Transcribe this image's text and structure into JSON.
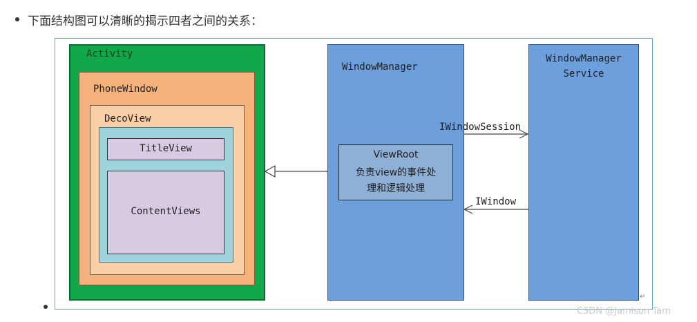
{
  "intro": {
    "text": "下面结构图可以清晰的揭示四者之间的关系："
  },
  "diagram": {
    "activity_label": "Activity",
    "phonewindow_label": "PhoneWindow",
    "decoview_label": "DecoView",
    "titleview_label": "TitleView",
    "contentviews_label": "ContentViews",
    "windowmanager_label": "WindowManager",
    "viewroot_lines": [
      "ViewRoot",
      "负责view的事件处",
      "理和逻辑处理"
    ],
    "wms_lines": [
      "WindowManager",
      "Service"
    ],
    "iwindowsession_label": "IWindowSession",
    "iwindow_label": "IWindow",
    "return_mark": "↵"
  },
  "watermark": "CSDN @Jamison Tam",
  "colors": {
    "activity": "#10a84a",
    "phonewindow": "#f6b27b",
    "decoview": "#fbcfa8",
    "inner": "#9fd4dc",
    "view": "#d6cbe3",
    "windowmanager": "#6c9fdc",
    "viewroot": "#8fb0d6"
  }
}
